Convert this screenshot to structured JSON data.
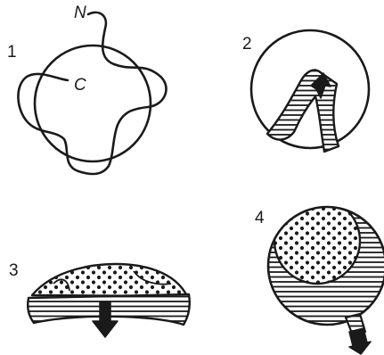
{
  "panels": [
    {
      "number": "1",
      "labels": {
        "n_terminus": "N",
        "c_terminus": "C"
      }
    },
    {
      "number": "2"
    },
    {
      "number": "3"
    },
    {
      "number": "4"
    }
  ],
  "colors": {
    "ink": "#1a1a1a",
    "background": "#ffffff"
  }
}
